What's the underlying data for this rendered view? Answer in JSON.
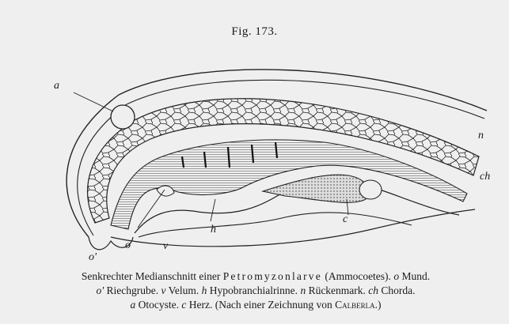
{
  "figure": {
    "title": "Fig. 173.",
    "labels": {
      "a": "a",
      "n": "n",
      "ch": "ch",
      "h": "h",
      "c": "c",
      "o": "o",
      "o_prime": "o'",
      "v": "v"
    }
  },
  "caption": {
    "line1_pre": "Senkrechter Medianschnitt einer ",
    "line1_spaced": "Petromyzonlarve",
    "line1_post": " (Ammocoetes). ",
    "o_key": "o",
    "o_text": " Mund.",
    "op_key": "o'",
    "op_text": " Riechgrube. ",
    "v_key": "v",
    "v_text": " Velum. ",
    "h_key": "h",
    "h_text": " Hypobranchialrinne. ",
    "n_key": "n",
    "n_text": " Rückenmark. ",
    "ch_key": "ch",
    "ch_text": " Chorda.",
    "a_key": "a",
    "a_text": " Otocyste. ",
    "c_key": "c",
    "c_text": " Herz. (Nach einer Zeichnung von ",
    "credit": "Calberla",
    "end": ".)"
  }
}
